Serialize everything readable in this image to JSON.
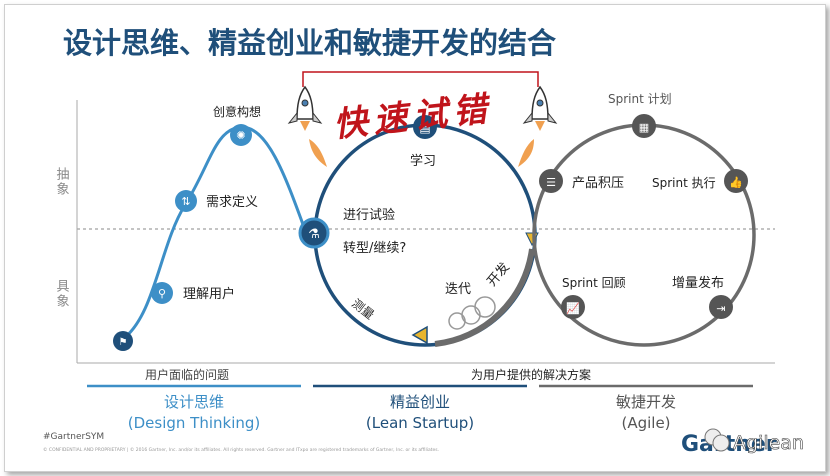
{
  "title": "设计思维、精益创业和敏捷开发的结合",
  "annotation": "快速试错",
  "axis": {
    "abstract": "抽象",
    "concrete": "具象"
  },
  "design_thinking": {
    "ideation": "创意构想",
    "define_needs": "需求定义",
    "understand_users": "理解用户"
  },
  "lean_startup": {
    "learn": "学习",
    "experiment": "进行试验",
    "pivot": "转型/继续?",
    "iterate": "迭代",
    "develop": "开发",
    "measure": "测量"
  },
  "agile": {
    "sprint_plan": "Sprint 计划",
    "backlog": "产品积压",
    "sprint_exec": "Sprint 执行",
    "retro": "Sprint 回顾",
    "release": "增量发布"
  },
  "bottom": {
    "problem_label": "用户面临的问题",
    "solution_label": "为用户提供的解决方案",
    "dt_cn": "设计思维",
    "dt_en": "(Design Thinking)",
    "ls_cn": "精益创业",
    "ls_en": "(Lean Startup)",
    "ag_cn": "敏捷开发",
    "ag_en": "(Agile)"
  },
  "footer": {
    "hashtag": "#GartnerSYM",
    "fine_print": "© CONFIDENTIAL AND PROPRIETARY | © 2016 Gartner, Inc. and/or its affiliates. All rights reserved. Gartner and ITxpo are registered trademarks of Gartner, Inc. or its affiliates.",
    "brand": "Gartner",
    "watermark": "Agilean"
  },
  "colors": {
    "blue_light": "#3d8fc7",
    "blue_dark": "#1f4f7a",
    "grey_ring": "#6b6b6b",
    "red_text": "#c0141b",
    "flame": "#f0a050"
  }
}
